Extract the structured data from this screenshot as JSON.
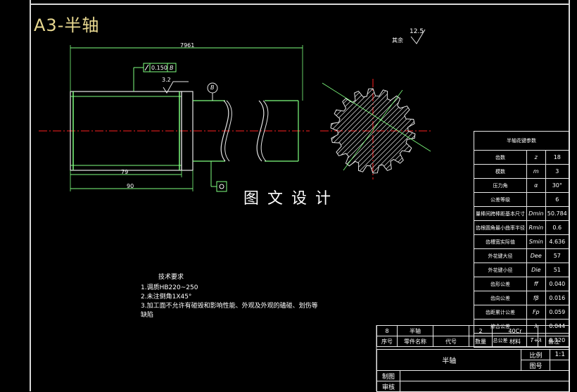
{
  "title": "A3-半轴",
  "watermark": "图文设计",
  "roughness": {
    "label": "其余",
    "value": "12.5"
  },
  "dimensions": {
    "overall": "7961",
    "bore_depth": "79",
    "chamfer_len": "90",
    "surface_finish": "3.2",
    "tolerance": "0.150",
    "datum": "B"
  },
  "technical_requirements": {
    "heading": "技术要求",
    "items": [
      "1.调质HB220~250",
      "2.未注倒角1X45°",
      "3.加工面不允许有碰毁和影响性能、外观及外观的磕碰、划伤等缺陷"
    ]
  },
  "param_table": {
    "title": "半轴花键参数",
    "rows": [
      {
        "name": "齿数",
        "sym": "z",
        "val": "18"
      },
      {
        "name": "模数",
        "sym": "m",
        "val": "3"
      },
      {
        "name": "压力角",
        "sym": "α",
        "val": "30°"
      },
      {
        "name": "公差等级",
        "sym": "",
        "val": "6"
      },
      {
        "name": "量棒间跨棒距基本尺寸",
        "sym": "Dmin",
        "val": "50.784"
      },
      {
        "name": "齿根圆角最小曲率半径",
        "sym": "Rmin",
        "val": "0.6"
      },
      {
        "name": "齿槽宽实际值",
        "sym": "Smin",
        "val": "4.636"
      },
      {
        "name": "外花键大径",
        "sym": "Dee",
        "val": "57"
      },
      {
        "name": "外花键小径",
        "sym": "Die",
        "val": "51"
      },
      {
        "name": "齿形公差",
        "sym": "ff",
        "val": "0.040"
      },
      {
        "name": "齿向公差",
        "sym": "fβ",
        "val": "0.016"
      },
      {
        "name": "齿距累计公差",
        "sym": "Fp",
        "val": "0.059"
      },
      {
        "name": "综合公差",
        "sym": "λ",
        "val": "0.044"
      },
      {
        "name": "总公差",
        "sym": "T+λ",
        "val": "0.120"
      }
    ]
  },
  "title_block": {
    "row1": [
      "8",
      "半轴",
      "",
      "2",
      "40Cr",
      ""
    ],
    "headers": [
      "序号",
      "零件名称",
      "代号",
      "数量",
      "材料",
      "备注"
    ],
    "part_name": "半轴",
    "scale_label": "比例",
    "scale_value": "1:1",
    "drawing_no_label": "图号",
    "drawer_label": "制图",
    "checker_label": "审核"
  }
}
